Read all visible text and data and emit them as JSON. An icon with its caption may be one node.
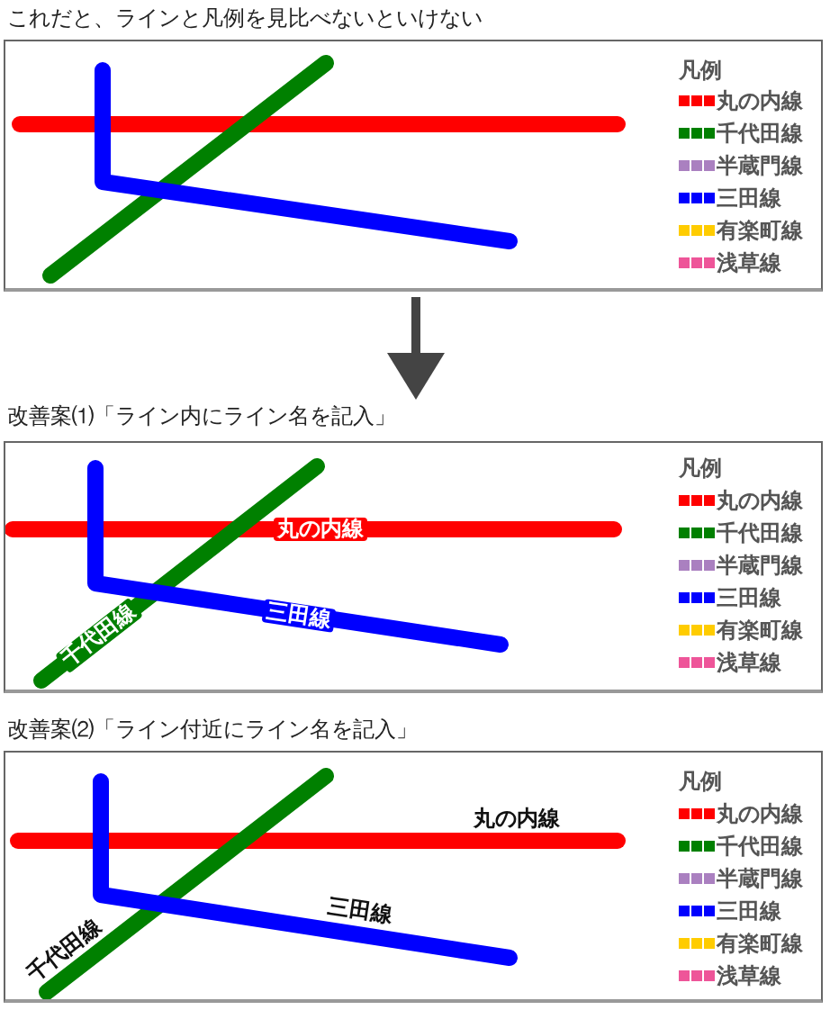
{
  "diagram": {
    "nodes": [
      {
        "text": [
          "これだと、ラインと凡例を見比べないといけない"
        ]
      },
      {
        "text": [
          "改善案⑴「ライン内にライン名を記入」"
        ]
      },
      {
        "text": [
          "改善案⑵「ライン付近にライン名を記入」"
        ]
      }
    ],
    "edges": [
      {
        "from": 0,
        "to": 1,
        "arrow": "to"
      }
    ],
    "labels": [
      "凡例",
      "凡例",
      "丸の内線",
      "三田線",
      "千代田線",
      "凡例",
      "丸の内線",
      "三田線",
      "千代田線"
    ],
    "legend": [
      {
        "text": "丸の内線",
        "color": "#ff0000"
      },
      {
        "text": "千代田線",
        "color": "#008000"
      },
      {
        "text": "半蔵門線",
        "color": "#aa80c0"
      },
      {
        "text": "三田線",
        "color": "#0000ff"
      },
      {
        "text": "有楽町線",
        "color": "#ffcc00"
      },
      {
        "text": "浅草線",
        "color": "#ee5599"
      },
      {
        "text": "丸の内線",
        "color": "#ff0000"
      },
      {
        "text": "千代田線",
        "color": "#008000"
      },
      {
        "text": "半蔵門線",
        "color": "#aa80c0"
      },
      {
        "text": "三田線",
        "color": "#0000ff"
      },
      {
        "text": "有楽町線",
        "color": "#ffcc00"
      },
      {
        "text": "浅草線",
        "color": "#ee5599"
      },
      {
        "text": "丸の内線",
        "color": "#ff0000"
      },
      {
        "text": "千代田線",
        "color": "#008000"
      },
      {
        "text": "半蔵門線",
        "color": "#aa80c0"
      },
      {
        "text": "三田線",
        "color": "#0000ff"
      },
      {
        "text": "有楽町線",
        "color": "#ffcc00"
      },
      {
        "text": "浅草線",
        "color": "#ee5599"
      }
    ]
  }
}
